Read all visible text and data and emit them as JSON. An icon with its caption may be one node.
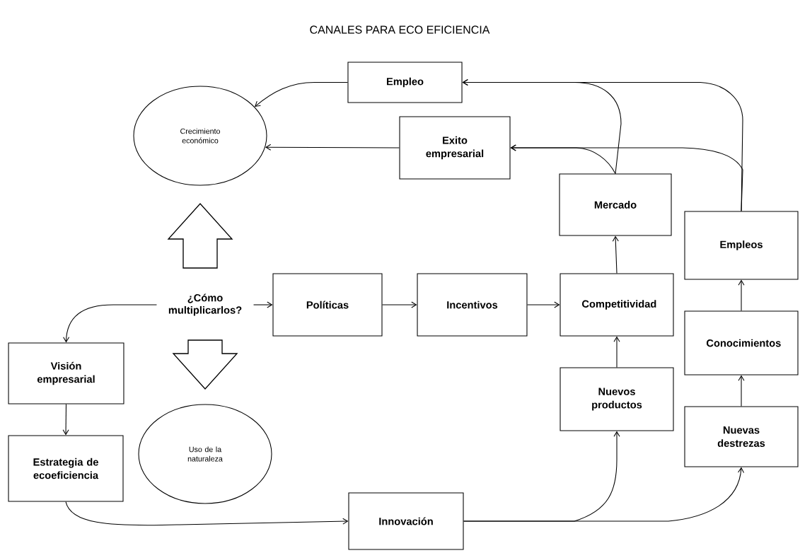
{
  "diagram": {
    "title": "CANALES PARA ECO EFICIENCIA",
    "nodes": [
      {
        "text": [
          "Empleo"
        ]
      },
      {
        "text": [
          "Crecimiento económico"
        ]
      },
      {
        "text": [
          "Exito empresarial"
        ]
      },
      {
        "text": [
          "Mercado"
        ]
      },
      {
        "text": [
          "Empleos"
        ]
      },
      {
        "text": [
          "¿Cómo multiplicarlos?"
        ]
      },
      {
        "text": [
          "Políticas"
        ]
      },
      {
        "text": [
          "Incentivos"
        ]
      },
      {
        "text": [
          "Competitividad"
        ]
      },
      {
        "text": [
          "Conocimientos"
        ]
      },
      {
        "text": [
          "Visión empresarial"
        ]
      },
      {
        "text": [
          "Nuevos productos"
        ]
      },
      {
        "text": [
          "Nuevas destrezas"
        ]
      },
      {
        "text": [
          "Estrategia de ecoeficiencia"
        ]
      },
      {
        "text": [
          "Uso de la naturaleza"
        ]
      },
      {
        "text": [
          "Innovación"
        ]
      }
    ],
    "edges": [
      {
        "from": 0,
        "to": 1,
        "arrow": "to"
      },
      {
        "from": 2,
        "to": 1,
        "arrow": "to"
      },
      {
        "from": 3,
        "to": 0,
        "arrow": "to"
      },
      {
        "from": 3,
        "to": 2,
        "arrow": "to"
      },
      {
        "from": 4,
        "to": 0,
        "arrow": "to"
      },
      {
        "from": 4,
        "to": 2,
        "arrow": "to"
      },
      {
        "from": 5,
        "to": 6,
        "arrow": "to"
      },
      {
        "from": 6,
        "to": 7,
        "arrow": "to"
      },
      {
        "from": 7,
        "to": 8,
        "arrow": "to"
      },
      {
        "from": 8,
        "to": 3,
        "arrow": "to"
      },
      {
        "from": 11,
        "to": 8,
        "arrow": "to"
      },
      {
        "from": 9,
        "to": 4,
        "arrow": "to"
      },
      {
        "from": 12,
        "to": 9,
        "arrow": "to"
      },
      {
        "from": 10,
        "to": 13,
        "arrow": "to"
      },
      {
        "from": 5,
        "to": 10,
        "arrow": "to"
      },
      {
        "from": 13,
        "to": 15,
        "arrow": "to"
      },
      {
        "from": 15,
        "to": 11,
        "arrow": "to"
      },
      {
        "from": 15,
        "to": 12,
        "arrow": "to"
      },
      {
        "from": 5,
        "to": 1,
        "arrow": "to",
        "style": "thick"
      },
      {
        "from": 5,
        "to": 14,
        "arrow": "to",
        "style": "thick"
      }
    ]
  }
}
